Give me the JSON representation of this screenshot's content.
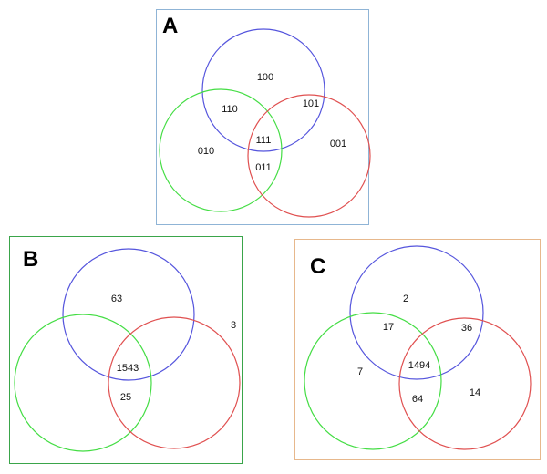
{
  "colors": {
    "blue": "#5555dd",
    "green": "#44dd44",
    "red": "#e05050",
    "frame_a": "#8fb4d6",
    "frame_b": "#3aa54a",
    "frame_c": "#e7b88c"
  },
  "panels": [
    {
      "label": "A",
      "regions": {
        "r100": "100",
        "r110": "110",
        "r101": "101",
        "r111": "111",
        "r010": "010",
        "r011": "011",
        "r001": "001"
      }
    },
    {
      "label": "B",
      "regions": {
        "r100": "63",
        "r111": "1543",
        "r011": "25",
        "r001": "3"
      }
    },
    {
      "label": "C",
      "regions": {
        "r100": "2",
        "r110": "17",
        "r101": "36",
        "r111": "1494",
        "r010": "7",
        "r011": "64",
        "r001": "14"
      }
    }
  ]
}
